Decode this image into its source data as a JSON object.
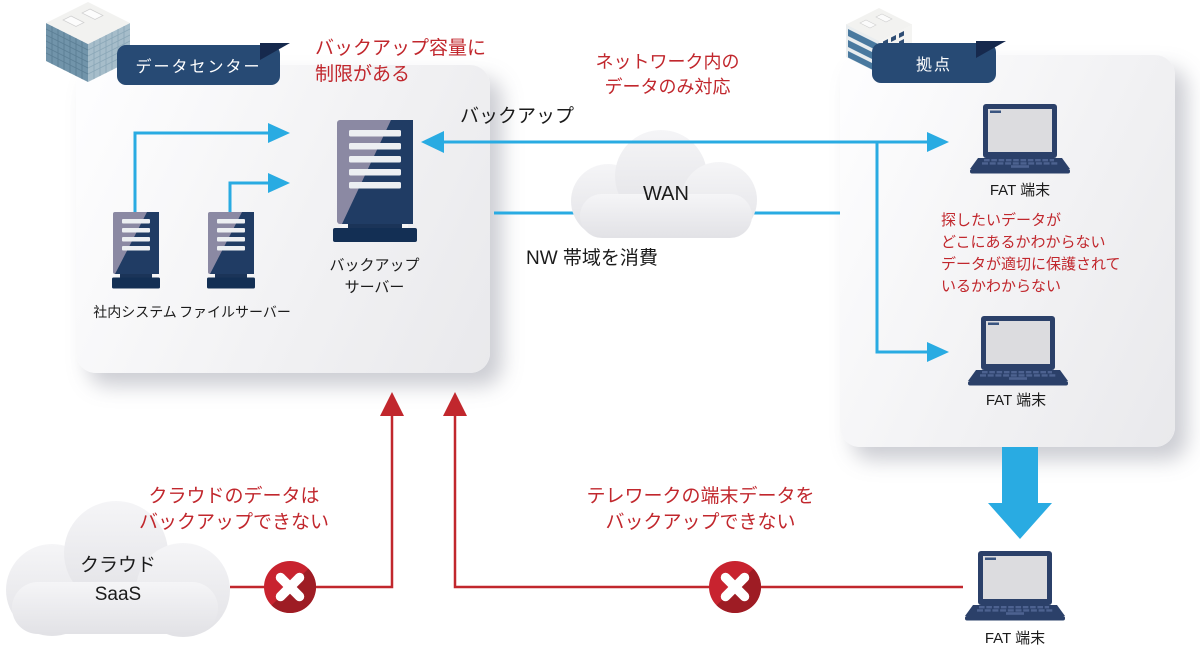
{
  "colors": {
    "accent_blue": "#29abe2",
    "warning_red": "#c1272d",
    "navy": "#274a74"
  },
  "datacenter": {
    "ribbon_label": "データセンター",
    "warning_line1": "バックアップ容量に",
    "warning_line2": "制限がある",
    "internal_system_label": "社内システム",
    "file_server_label": "ファイルサーバー",
    "backup_server_line1": "バックアップ",
    "backup_server_line2": "サーバー"
  },
  "network": {
    "backup_label": "バックアップ",
    "warning_line1": "ネットワーク内の",
    "warning_line2": "データのみ対応",
    "wan_label": "WAN",
    "bandwidth_label": "NW 帯域を消費"
  },
  "branch": {
    "ribbon_label": "拠点",
    "fat_terminal_1_label": "FAT 端末",
    "fat_terminal_2_label": "FAT 端末",
    "warning_line1": "探したいデータが",
    "warning_line2": "どこにあるかわからない",
    "warning_line3": "データが適切に保護されて",
    "warning_line4": "いるかわからない"
  },
  "cloud_saas": {
    "label_line1": "クラウド",
    "label_line2": "SaaS",
    "warning_line1": "クラウドのデータは",
    "warning_line2": "バックアップできない"
  },
  "telework": {
    "warning_line1": "テレワークの端末データを",
    "warning_line2": "バックアップできない",
    "fat_terminal_label": "FAT 端末"
  }
}
